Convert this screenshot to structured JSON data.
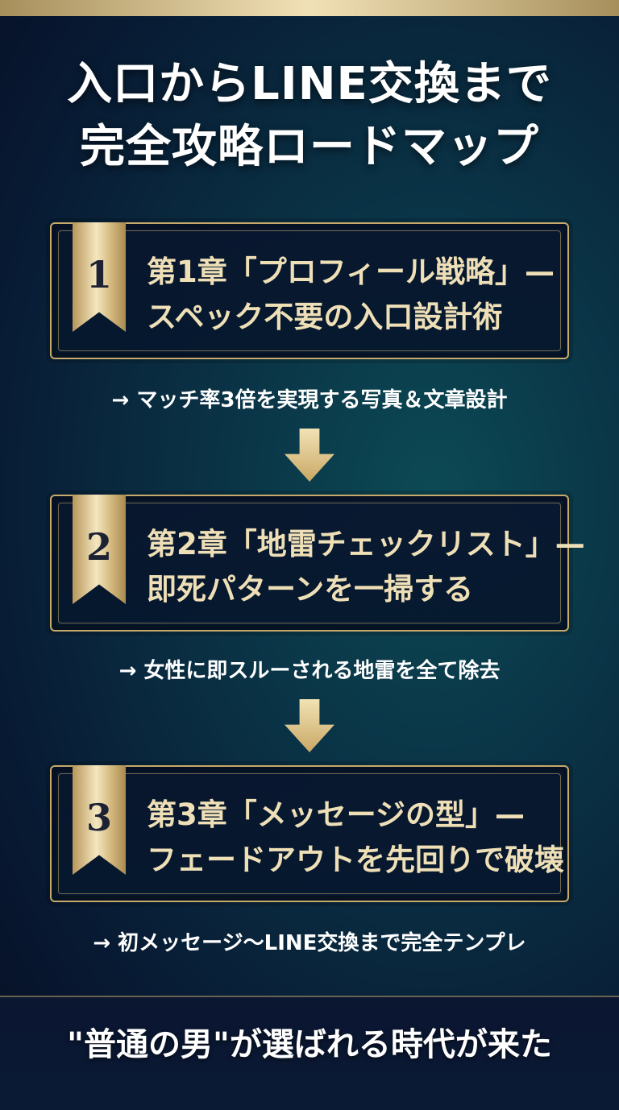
{
  "header": {
    "title_line1": "入口からLINE交換まで",
    "title_line2": "完全攻略ロードマップ"
  },
  "chapters": [
    {
      "number": "1",
      "title_line1": "第1章「プロフィール戦略」—",
      "title_line2": "スペック不要の入口設計術",
      "note": "→ マッチ率3倍を実現する写真＆文章設計"
    },
    {
      "number": "2",
      "title_line1": "第2章「地雷チェックリスト」—",
      "title_line2": "即死パターンを一掃する",
      "note": "→ 女性に即スルーされる地雷を全て除去"
    },
    {
      "number": "3",
      "title_line1": "第3章「メッセージの型」—",
      "title_line2": "フェードアウトを先回りで破壊",
      "note": "→ 初メッセージ〜LINE交換まで完全テンプレ"
    }
  ],
  "footer": {
    "tagline": "\"普通の男\"が選ばれる時代が来た"
  },
  "colors": {
    "gold": "#c7a96a",
    "gold_light": "#eedfb6",
    "navy": "#081a33",
    "teal": "#0c4a55"
  },
  "icons": [
    "down-arrow-icon",
    "ribbon-badge-icon"
  ]
}
